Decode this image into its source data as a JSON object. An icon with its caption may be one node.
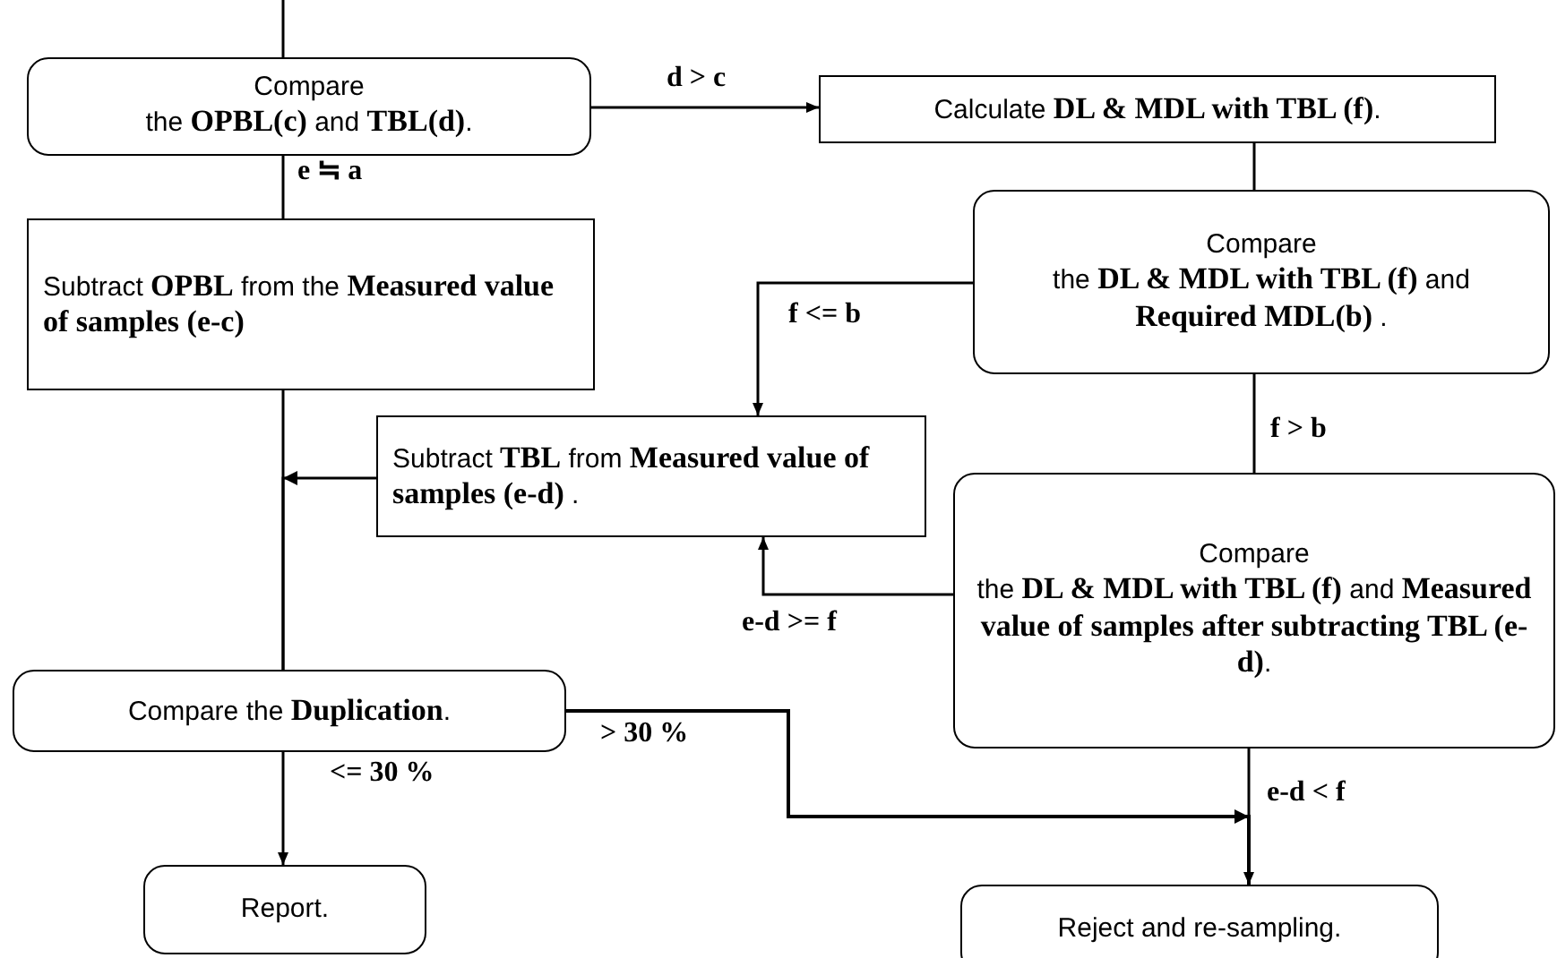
{
  "diagram": {
    "nodes": [
      {
        "text": [
          "Compare",
          "the **OPBL(c)** and **TBL(d)**."
        ]
      },
      {
        "text": [
          "Subtract **OPBL** from the **Measured value of samples (e-c)**"
        ]
      },
      {
        "text": [
          "Calculate **DL & MDL with TBL (f)**."
        ]
      },
      {
        "text": [
          "Compare",
          "the **DL & MDL with TBL (f)** and **Required MDL(b)** ."
        ]
      },
      {
        "text": [
          "Subtract **TBL** from **Measured value of samples (e-d)** ."
        ]
      },
      {
        "text": [
          "Compare",
          "the **DL & MDL with TBL (f)** and **Measured value of samples after subtracting TBL (e-d)**."
        ]
      },
      {
        "text": [
          "Compare the **Duplication**."
        ]
      },
      {
        "text": [
          "Report."
        ]
      },
      {
        "text": [
          "Reject and re-sampling."
        ]
      }
    ],
    "edges": [
      {
        "from": null,
        "to": 0,
        "arrow": "none"
      },
      {
        "from": 0,
        "to": 2,
        "arrow": "to",
        "label": "d > c"
      },
      {
        "from": 0,
        "to": 1,
        "arrow": "none",
        "label": "e ≒ a"
      },
      {
        "from": 2,
        "to": 3,
        "arrow": "none"
      },
      {
        "from": 3,
        "to": 4,
        "arrow": "to",
        "label": "f <= b"
      },
      {
        "from": 3,
        "to": 5,
        "arrow": "none",
        "label": "f > b"
      },
      {
        "from": 5,
        "to": 4,
        "arrow": "to",
        "label": "e-d >= f"
      },
      {
        "from": 1,
        "to": 6,
        "arrow": "none"
      },
      {
        "from": 4,
        "to": 6,
        "arrow": "to"
      },
      {
        "from": 6,
        "to": 7,
        "arrow": "to",
        "label": "<= 30 %"
      },
      {
        "from": 6,
        "to": 8,
        "arrow": "to",
        "label": "> 30 %"
      },
      {
        "from": 5,
        "to": 8,
        "arrow": "to",
        "label": "e-d < f"
      }
    ]
  }
}
